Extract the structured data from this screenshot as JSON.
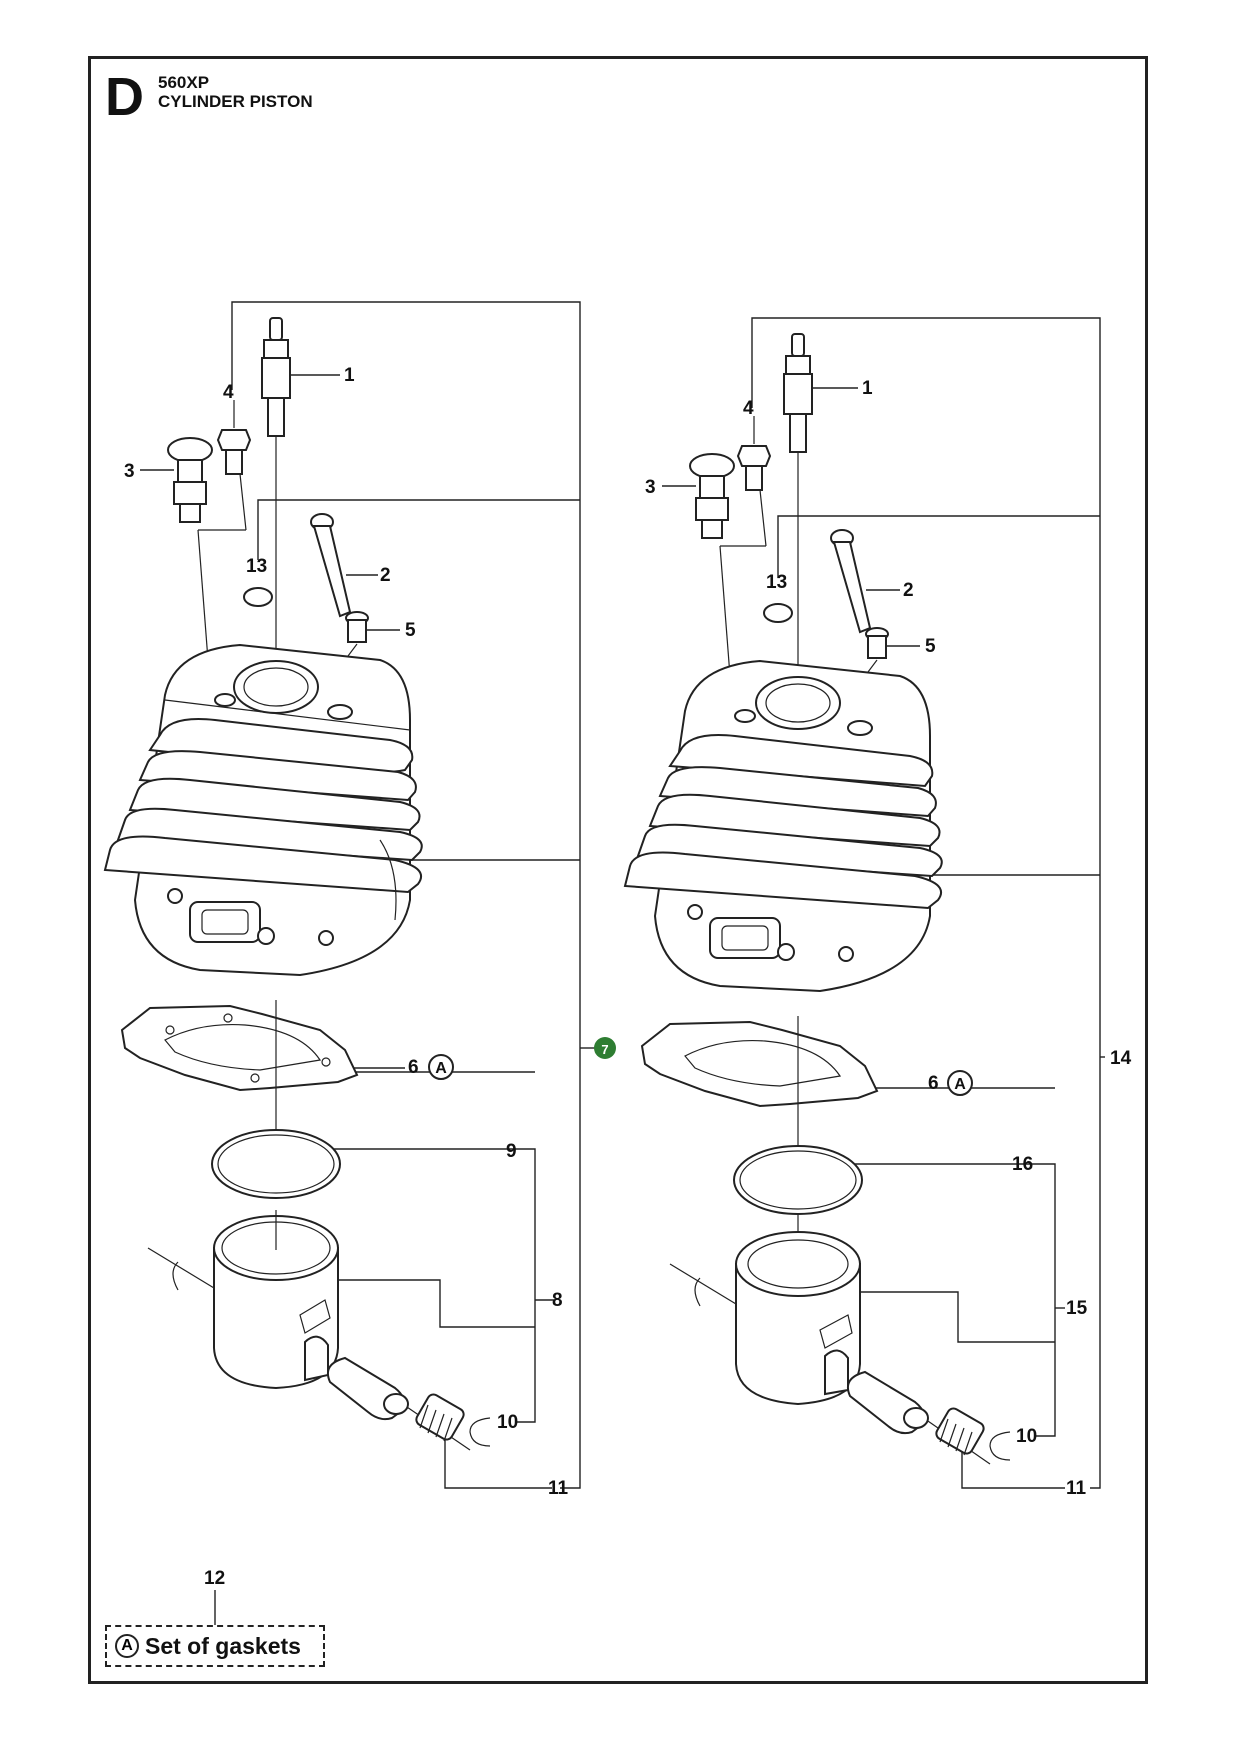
{
  "header": {
    "section_letter": "D",
    "model": "560XP",
    "title": "CYLINDER PISTON"
  },
  "callouts": {
    "c1": "1",
    "c2": "2",
    "c3": "3",
    "c4": "4",
    "c5": "5",
    "c6": "6",
    "c7": "7",
    "c8": "8",
    "c9": "9",
    "c10": "10",
    "c11": "11",
    "c12": "12",
    "c13": "13",
    "c14": "14",
    "c15": "15",
    "c16": "16"
  },
  "marker_letter": "A",
  "legend": {
    "marker": "A",
    "text": "Set of gaskets"
  },
  "colors": {
    "badge_green": "#2e7d32"
  }
}
